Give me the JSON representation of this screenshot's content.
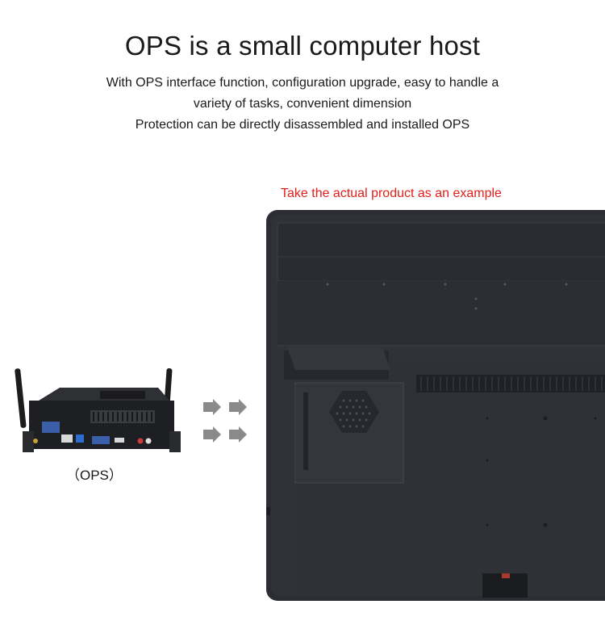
{
  "heading": {
    "title": "OPS is a small computer host",
    "line1": "With OPS interface function, configuration upgrade, easy to handle a",
    "line2": "variety of tasks, convenient dimension",
    "line3": "Protection can be directly disassembled and installed OPS"
  },
  "note": {
    "text": "Take the actual product as an example",
    "color": "#e0201b"
  },
  "ops": {
    "caption": "（OPS）"
  },
  "colors": {
    "panel": "#2e3036",
    "panel_dark": "#24262b",
    "arrow": "#8a8a8a"
  }
}
